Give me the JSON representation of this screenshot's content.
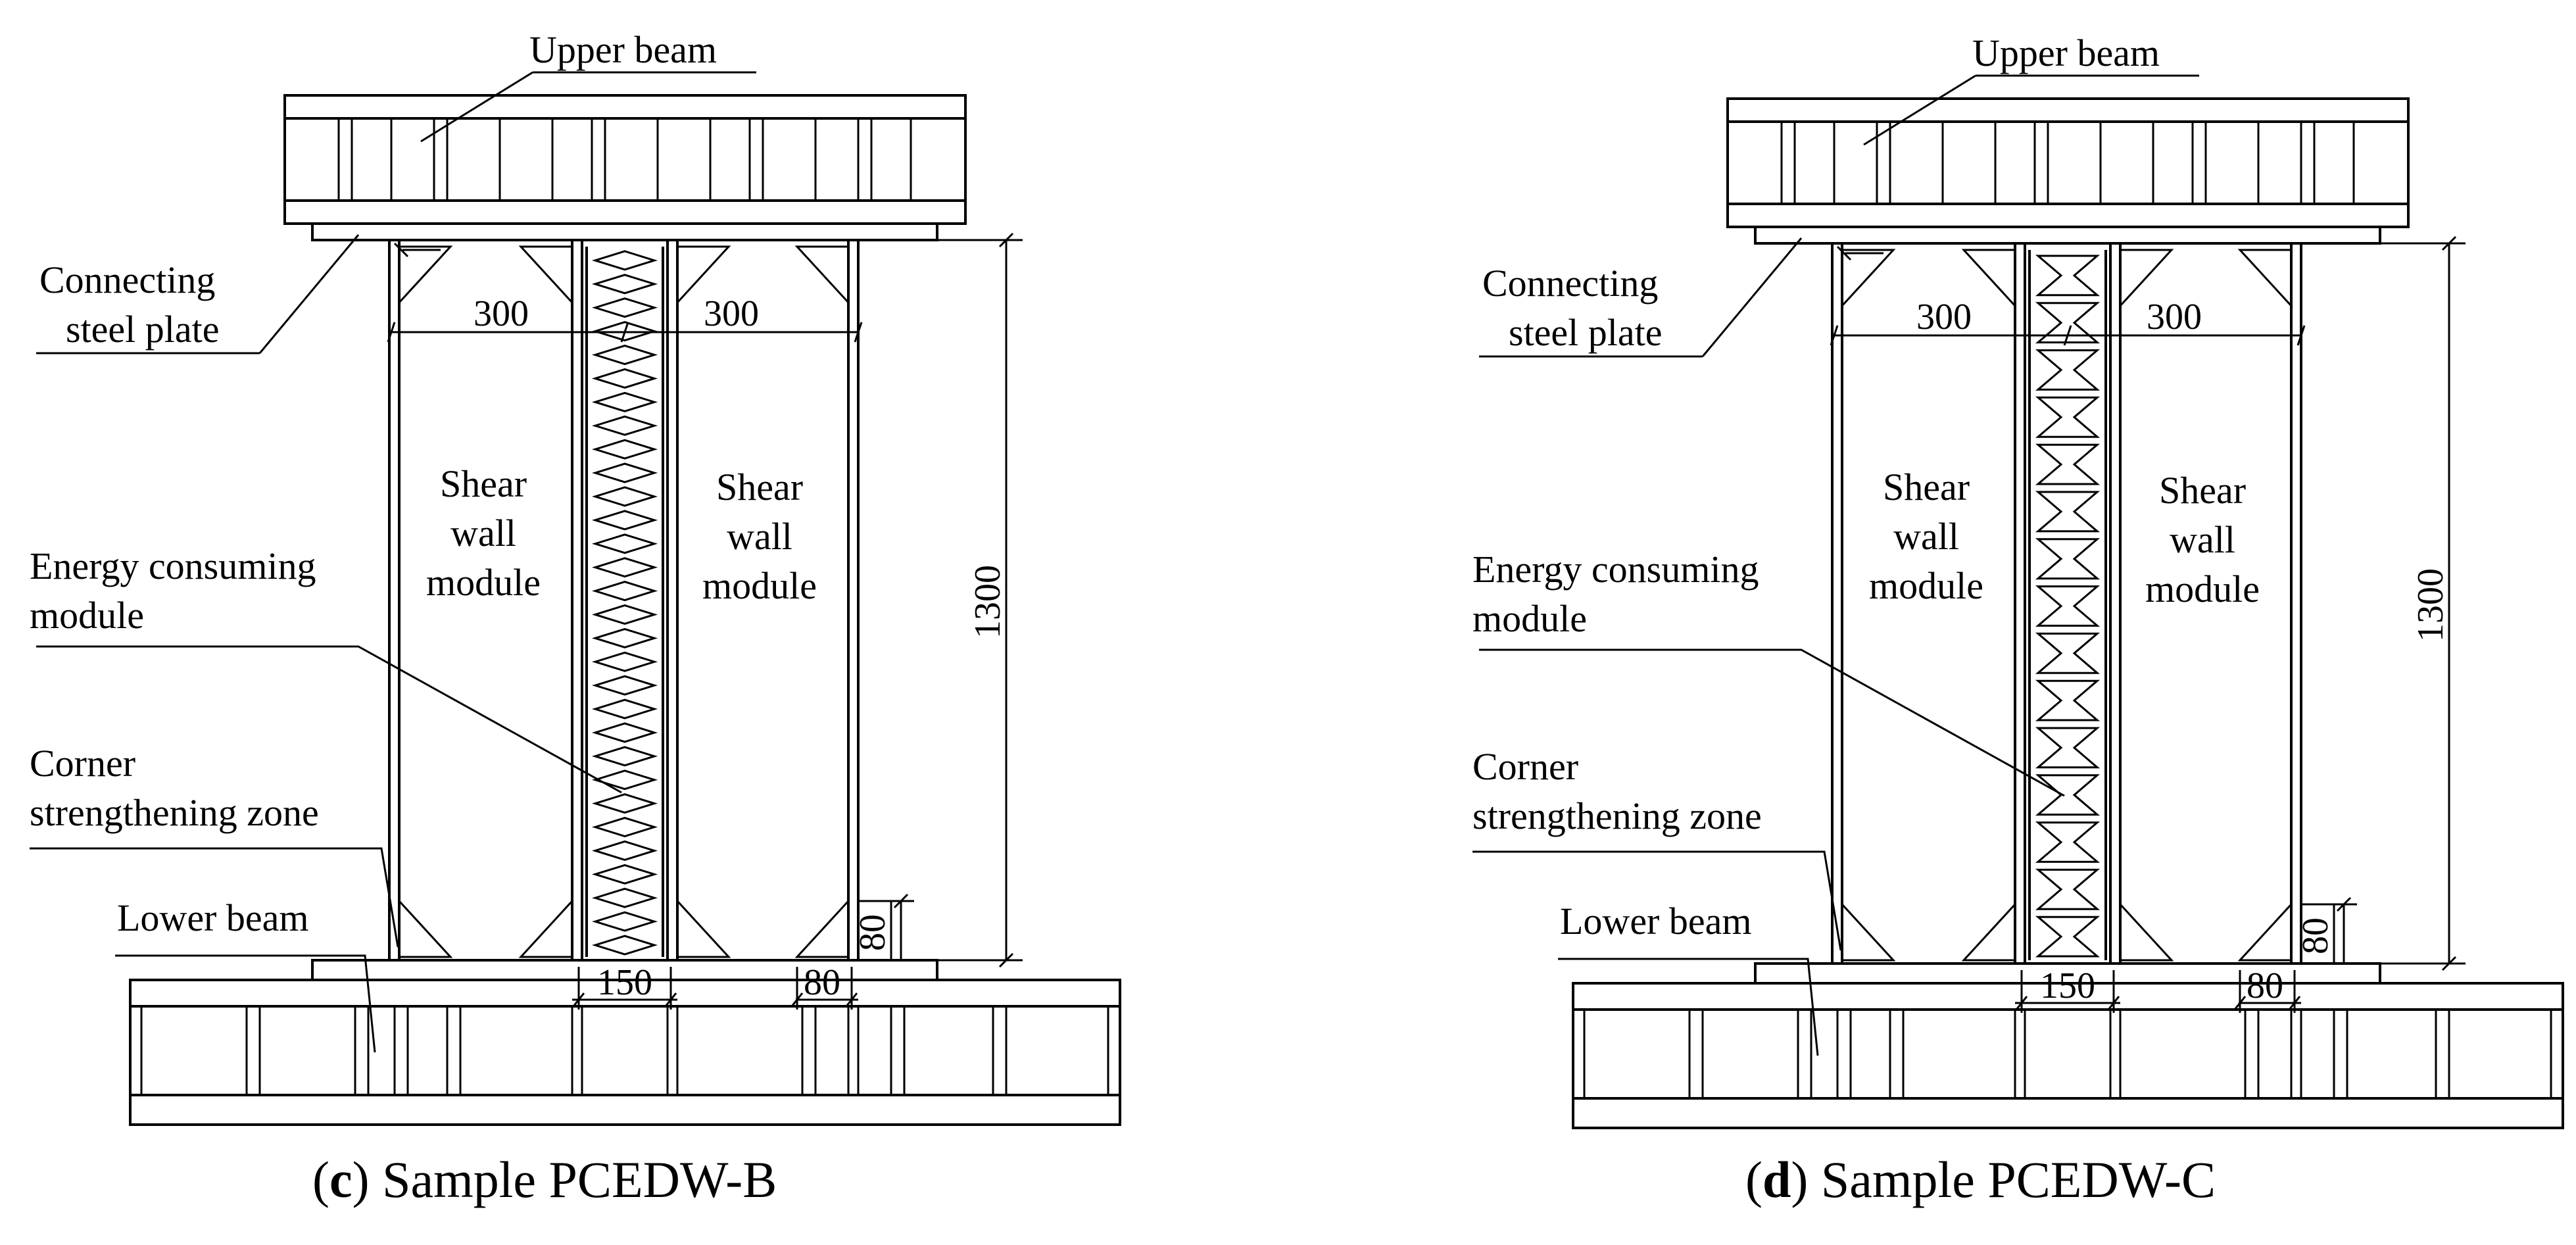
{
  "panels": [
    {
      "id": "c",
      "caption_letter": "c",
      "caption_text": " Sample PCEDW-B",
      "module_pattern": "diamond",
      "labels": {
        "upper_beam": "Upper beam",
        "connecting_1": "Connecting",
        "connecting_2": "steel plate",
        "shear_1": "Shear",
        "shear_2": "wall",
        "shear_3": "module",
        "energy_1": "Energy consuming",
        "energy_2": "module",
        "corner_1": "Corner",
        "corner_2": "strengthening zone",
        "lower_beam": "Lower beam"
      },
      "dims": {
        "w_left": "300",
        "w_right": "300",
        "height": "1300",
        "core": "150",
        "corner_w": "80",
        "corner_h": "80"
      }
    },
    {
      "id": "d",
      "caption_letter": "d",
      "caption_text": " Sample PCEDW-C",
      "module_pattern": "hourglass",
      "labels": {
        "upper_beam": "Upper beam",
        "connecting_1": "Connecting",
        "connecting_2": "steel plate",
        "shear_1": "Shear",
        "shear_2": "wall",
        "shear_3": "module",
        "energy_1": "Energy consuming",
        "energy_2": "module",
        "corner_1": "Corner",
        "corner_2": "strengthening zone",
        "lower_beam": "Lower beam"
      },
      "dims": {
        "w_left": "300",
        "w_right": "300",
        "height": "1300",
        "core": "150",
        "corner_w": "80",
        "corner_h": "80"
      }
    }
  ]
}
